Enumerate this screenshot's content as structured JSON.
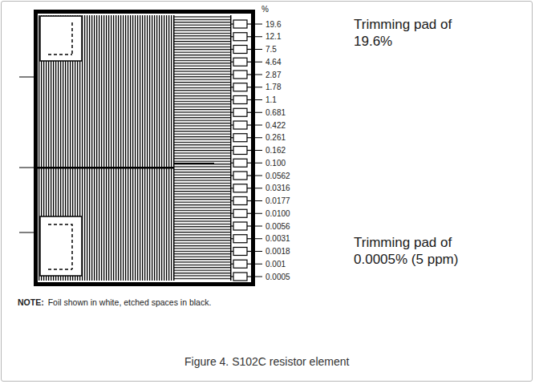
{
  "diagram": {
    "caption": "Figure 4. S102C resistor element",
    "labels": [
      "%",
      "19.6",
      "12.1",
      "7.5",
      "4.64",
      "2.87",
      "1.78",
      "1.1",
      "0.681",
      "0.422",
      "0.261",
      "0.162",
      "0.100",
      "0.0562",
      "0.0316",
      "0.0177",
      "0.0100",
      "0.0056",
      "0.0031",
      "0.0018",
      "0.001",
      "0.0005",
      "Trimming pad of 19.6%",
      "Trimming pad of 0.0005% (5 ppm)",
      "NOTE:",
      "Foil shown in white, etched spaces in black."
    ]
  }
}
